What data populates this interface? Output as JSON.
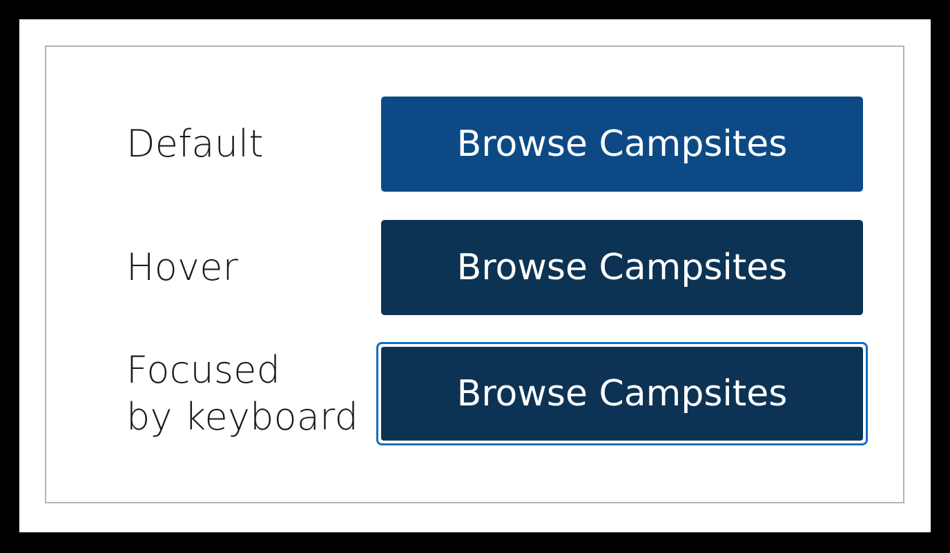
{
  "canvas": {
    "outer_border_color": "#000000",
    "page_background": "#ffffff",
    "card_border_color": "#b4b4b4"
  },
  "colors": {
    "button_default": "#0d4a85",
    "button_hover": "#0c3354",
    "button_focused": "#0c3354",
    "focus_ring": "#0f6fc4",
    "focus_gap": "#ffffff",
    "button_text": "#ffffff",
    "label_text": "#1b1b1b"
  },
  "states": [
    {
      "id": "default",
      "label": "Default",
      "button_label": "Browse Campsites",
      "background": "#0d4a85",
      "focus_ring": false
    },
    {
      "id": "hover",
      "label": "Hover",
      "button_label": "Browse Campsites",
      "background": "#0c3354",
      "focus_ring": false
    },
    {
      "id": "focused",
      "label": "Focused\nby keyboard",
      "button_label": "Browse Campsites",
      "background": "#0c3354",
      "focus_ring": true
    }
  ]
}
